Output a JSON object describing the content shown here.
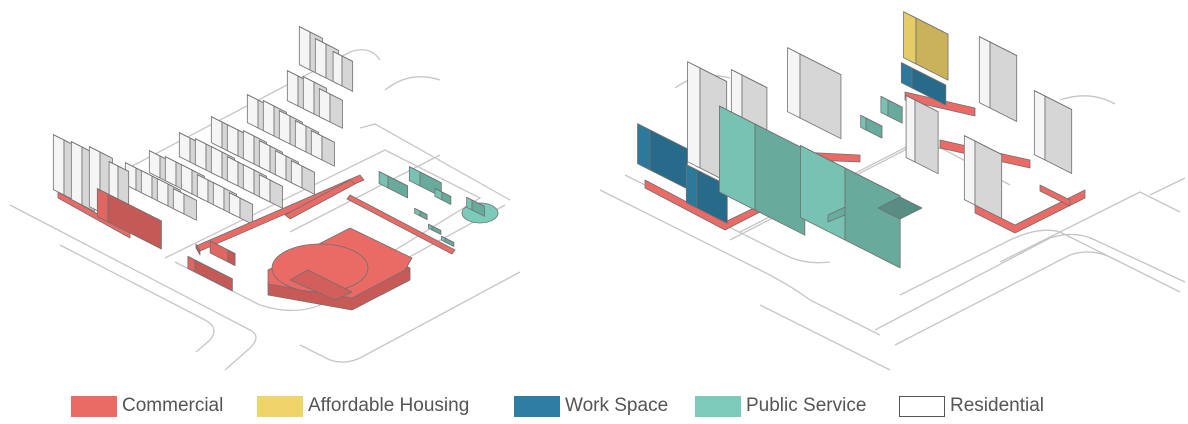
{
  "colors": {
    "commercial": "#ea6a66",
    "affordable_housing": "#efd46a",
    "work_space": "#2e7ea3",
    "public_service": "#7ccab9",
    "residential": "#ffffff",
    "road": "#c6c6c6",
    "outline": "#707070"
  },
  "legend": [
    {
      "key": "commercial",
      "label": "Commercial"
    },
    {
      "key": "affordable_housing",
      "label": "Affordable Housing"
    },
    {
      "key": "work_space",
      "label": "Work Space"
    },
    {
      "key": "public_service",
      "label": "Public Service"
    },
    {
      "key": "residential",
      "label": "Residential"
    }
  ]
}
